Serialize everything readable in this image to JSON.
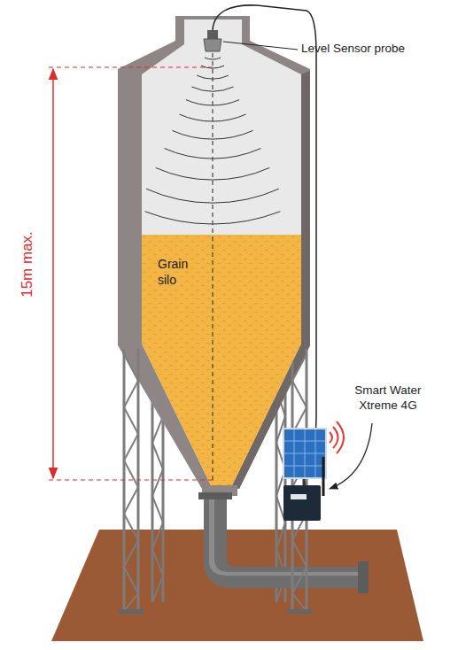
{
  "diagram": {
    "nodes": [
      {
        "text": [
          "Grain silo"
        ]
      }
    ],
    "labels": [
      "Level Sensor probe",
      "15m max.",
      "Smart Water Xtreme 4G"
    ]
  }
}
